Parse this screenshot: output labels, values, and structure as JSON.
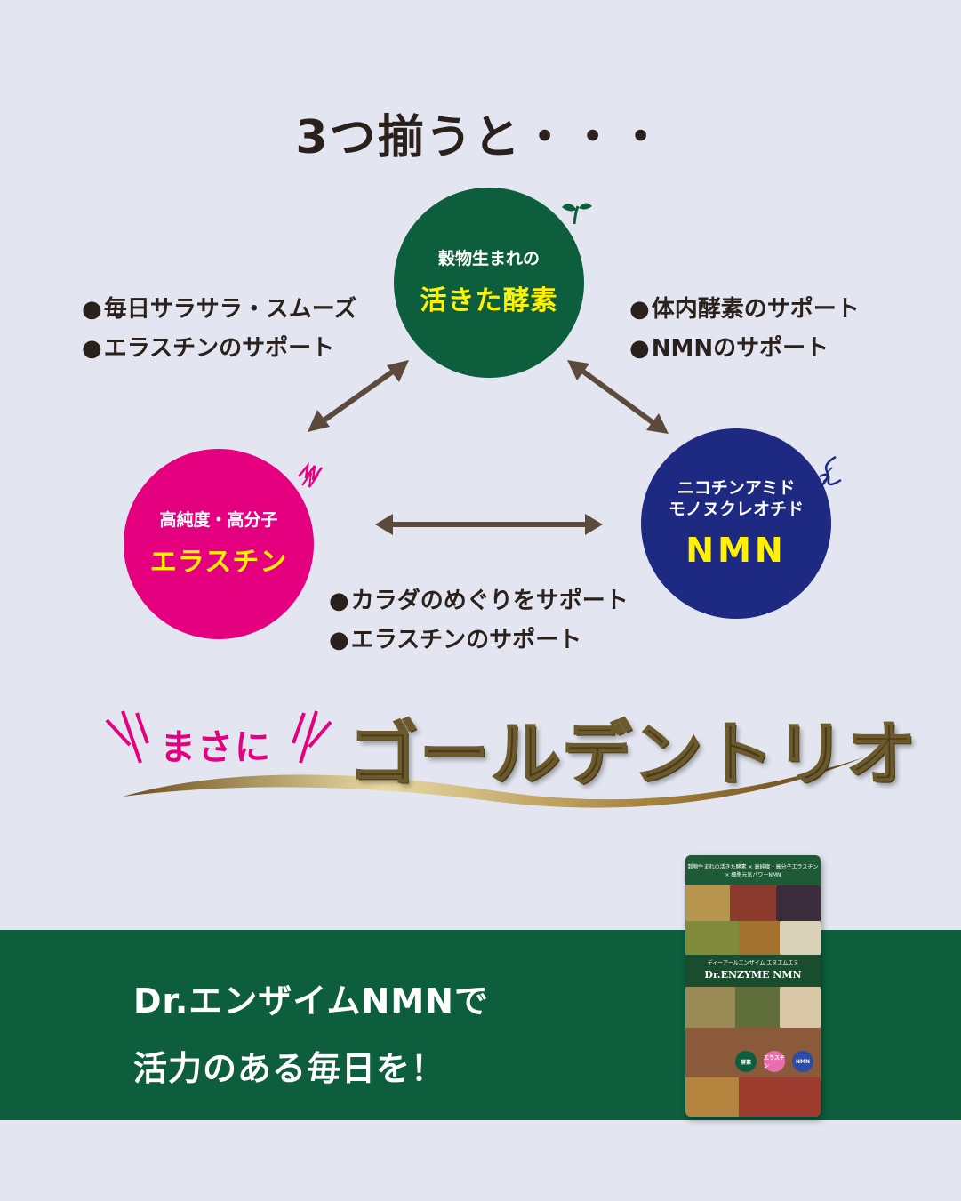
{
  "title": "3つ揃うと・・・",
  "circles": {
    "enzyme": {
      "sub": "穀物生まれの",
      "main": "活きた酵素",
      "color": "#0d5e3c"
    },
    "elastin": {
      "sub": "高純度・高分子",
      "main": "エラスチン",
      "color": "#e4007f"
    },
    "nmn": {
      "sub1": "ニコチンアミド",
      "sub2": "モノヌクレオチド",
      "main": "NMN",
      "color": "#1e2a82"
    }
  },
  "bullets_left": [
    "毎日サラサラ・スムーズ",
    "エラスチンのサポート"
  ],
  "bullets_right": [
    "体内酵素のサポート",
    "NMNのサポート"
  ],
  "bullets_bottom": [
    "カラダのめぐりをサポート",
    "エラスチンのサポート"
  ],
  "tagline": {
    "prefix": "まさに",
    "main": "ゴールデントリオ"
  },
  "banner": {
    "line1": "Dr.エンザイムNMNで",
    "line2": "活力のある毎日を！"
  },
  "product": {
    "top_text": "穀物生まれの活きた酵素 × 高純度・高分子エラスチン × 細胞元気パワーNMN",
    "small_name": "ディーアールエンザイム エヌエムエヌ",
    "name": "Dr.ENZYME NMN",
    "dots": [
      "酵素",
      "エラスチン",
      "NMN"
    ]
  },
  "icons": [
    "sprout-icon",
    "elastin-fiber-icon",
    "dna-icon",
    "double-arrow-icon"
  ],
  "colors": {
    "background": "#e3e6f0",
    "arrow": "#5c4a3c",
    "accent_yellow": "#fff100"
  }
}
